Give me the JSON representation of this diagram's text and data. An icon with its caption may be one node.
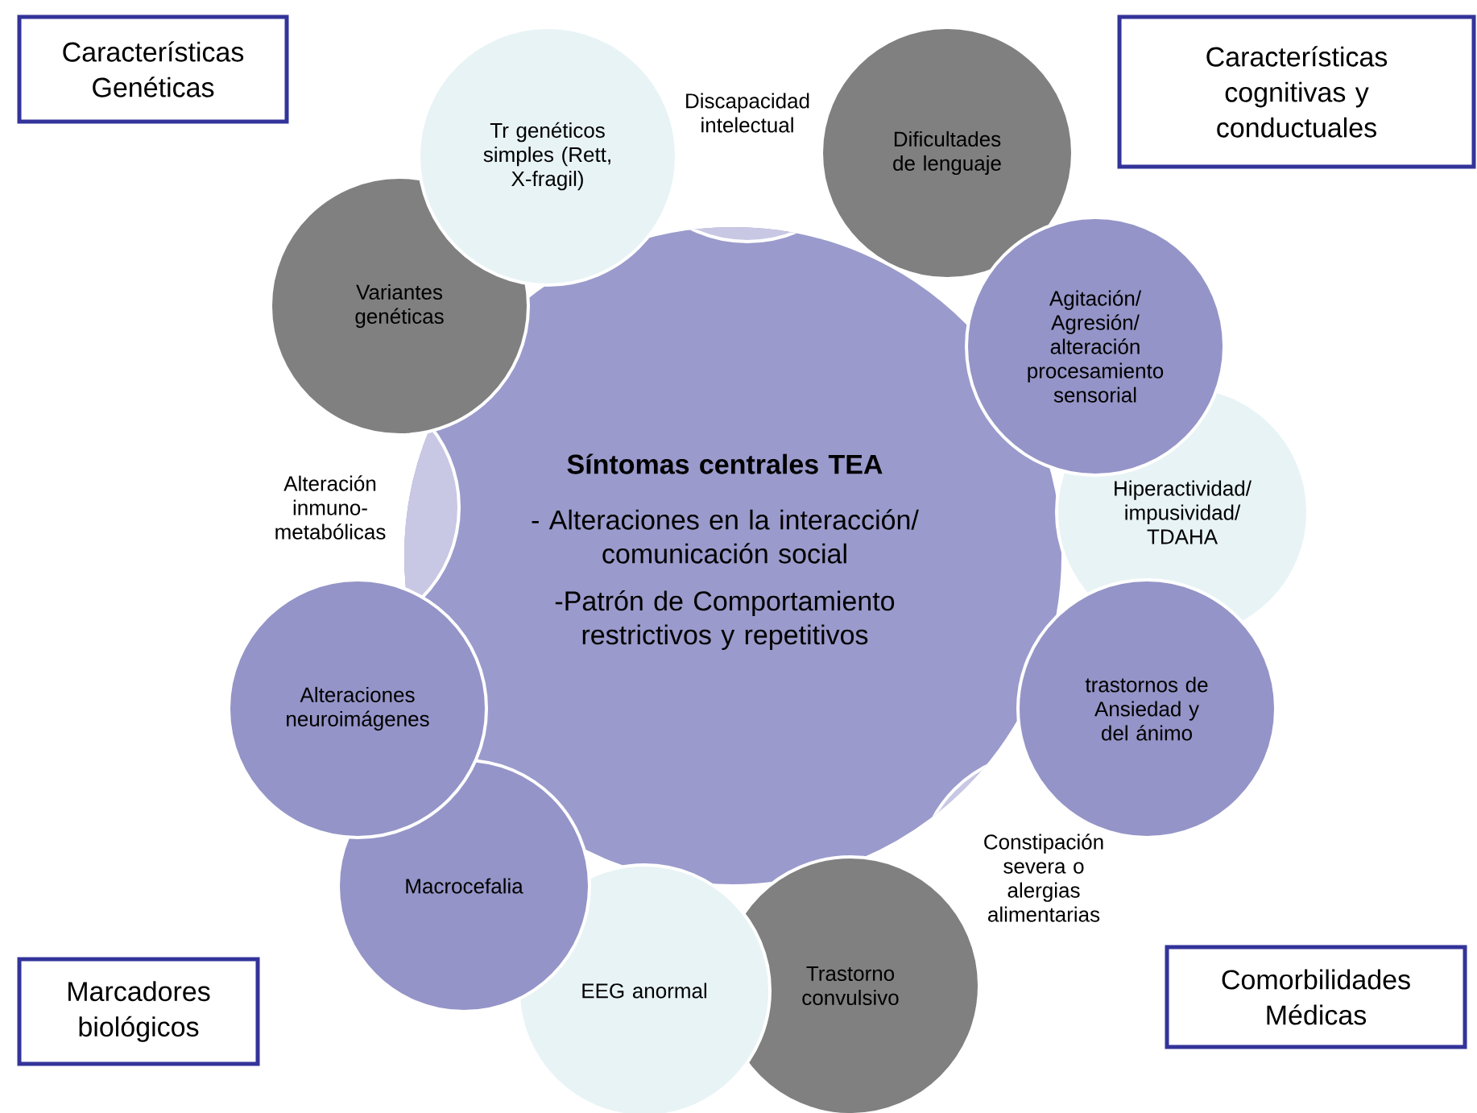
{
  "diagram": {
    "nodes": [
      {
        "text": [
          "Características Genéticas"
        ]
      },
      {
        "text": [
          "Características cognitivas y conductuales"
        ]
      },
      {
        "text": [
          "Marcadores biológicos"
        ]
      },
      {
        "text": [
          "Comorbilidades Médicas"
        ]
      },
      {
        "text": [
          "**Síntomas centrales TEA**",
          "- Alteraciones en la interacción/ comunicación social",
          "-Patrón de Comportamiento restrictivos y repetitivos"
        ]
      },
      {
        "text": [
          "Variantes genéticas"
        ]
      },
      {
        "text": [
          "Tr genéticos simples (Rett, X-fragil)"
        ]
      },
      {
        "text": [
          "Discapacidad intelectual"
        ]
      },
      {
        "text": [
          "Dificultades de lenguaje"
        ]
      },
      {
        "text": [
          "Agitación/ Agresión/ alteración procesamiento sensorial"
        ]
      },
      {
        "text": [
          "Hiperactividad/ impusividad/ TDAHA"
        ]
      },
      {
        "text": [
          "trastornos de Ansiedad y del ánimo"
        ]
      },
      {
        "text": [
          "Constipación severa o alergias alimentarias"
        ]
      },
      {
        "text": [
          "Trastorno convulsivo"
        ]
      },
      {
        "text": [
          "EEG anormal"
        ]
      },
      {
        "text": [
          "Macrocefalia"
        ]
      },
      {
        "text": [
          "Alteraciones neuroimágenes"
        ]
      },
      {
        "text": [
          "Alteración inmuno-metabólicas"
        ]
      }
    ]
  }
}
